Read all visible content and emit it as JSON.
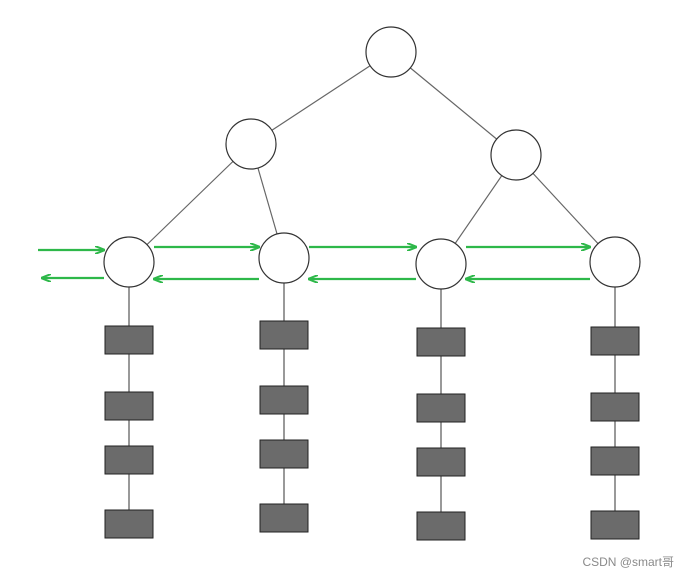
{
  "colors": {
    "node_fill": "#ffffff",
    "node_stroke": "#333333",
    "edge": "#666666",
    "record_fill": "#6b6b6b",
    "record_stroke": "#222222",
    "leaf_link": "#2eb84a"
  },
  "tree": {
    "root": {
      "id": "root"
    },
    "internal": [
      {
        "id": "internal-left",
        "parent": "root"
      },
      {
        "id": "internal-right",
        "parent": "root"
      }
    ],
    "leaves": [
      {
        "id": "leaf-1",
        "parent": "internal-left",
        "records": 4
      },
      {
        "id": "leaf-2",
        "parent": "internal-left",
        "records": 4
      },
      {
        "id": "leaf-3",
        "parent": "internal-right",
        "records": 4
      },
      {
        "id": "leaf-4",
        "parent": "internal-right",
        "records": 4
      }
    ],
    "leaf_links": "bidirectional"
  },
  "watermark": "CSDN @smart哥"
}
